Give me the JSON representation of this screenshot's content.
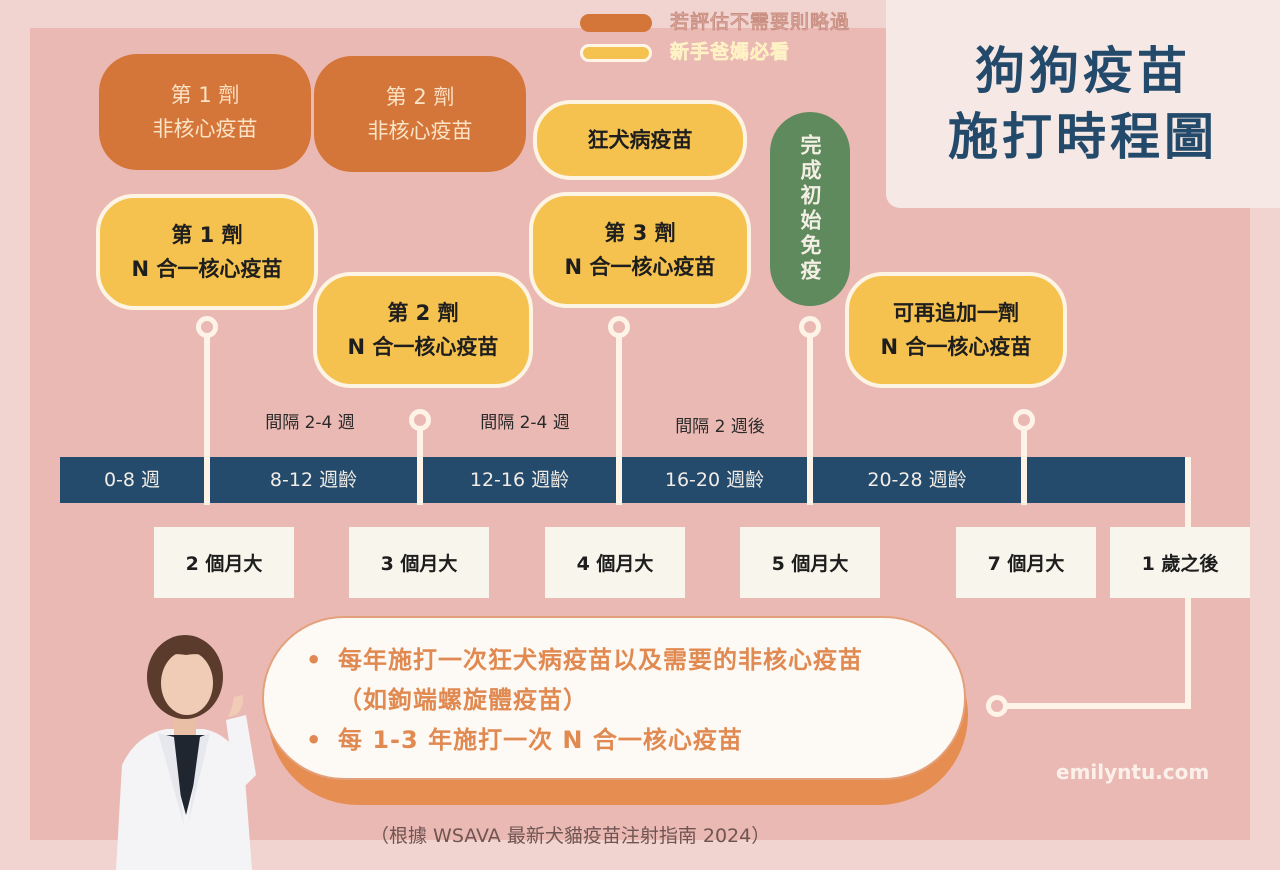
{
  "legend": {
    "optional": {
      "label": "若評估不需要則略過",
      "color": "#d4763a"
    },
    "core": {
      "label": "新手爸媽必看",
      "color": "#f5c24f"
    }
  },
  "title": {
    "line1": "狗狗疫苗",
    "line2": "施打時程圖"
  },
  "non_core": [
    {
      "dose": "第 1 劑",
      "name": "非核心疫苗"
    },
    {
      "dose": "第 2 劑",
      "name": "非核心疫苗"
    }
  ],
  "core": [
    {
      "dose": "第 1 劑",
      "name": "N 合一核心疫苗"
    },
    {
      "dose": "第 2 劑",
      "name": "N 合一核心疫苗"
    },
    {
      "dose": "第 3 劑",
      "name": "N 合一核心疫苗"
    },
    {
      "dose": "可再追加一劑",
      "name": "N 合一核心疫苗"
    }
  ],
  "rabies": {
    "label": "狂犬病疫苗"
  },
  "milestone": {
    "label": "完成初始免疫",
    "color": "#5e8a5d"
  },
  "intervals": [
    "間隔 2-4 週",
    "間隔 2-4 週",
    "間隔 2 週後"
  ],
  "timeline": {
    "color": "#244a6c",
    "segments": [
      "0-8 週",
      "8-12 週齡",
      "12-16 週齡",
      "16-20 週齡",
      "20-28 週齡"
    ]
  },
  "ages": [
    "2 個月大",
    "3 個月大",
    "4 個月大",
    "5 個月大",
    "7 個月大",
    "1 歲之後"
  ],
  "annual_notes": [
    "每年施打一次狂犬病疫苗以及需要的非核心疫苗（如鉤端螺旋體疫苗）",
    "每 1-3 年施打一次 N 合一核心疫苗"
  ],
  "watermark": "emilyntu.com",
  "source": "（根據 WSAVA 最新犬貓疫苗注射指南 2024）"
}
